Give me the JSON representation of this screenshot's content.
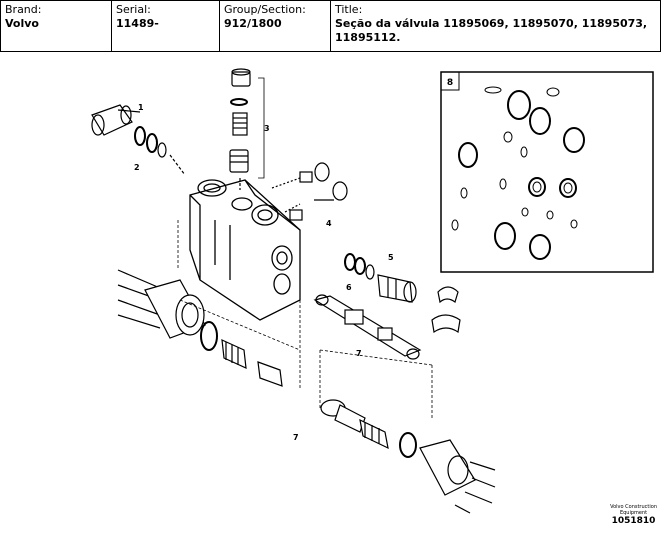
{
  "header": {
    "brand_label": "Brand:",
    "brand_value": "Volvo",
    "serial_label": "Serial:",
    "serial_value": "11489-",
    "group_label": "Group/Section:",
    "group_value": "912/1800",
    "title_label": "Title:",
    "title_value": "Seção da válvula 11895069, 11895070, 11895073, 11895112."
  },
  "callouts": {
    "c1": "1",
    "c2": "2",
    "c3": "3",
    "c4": "4",
    "c5": "5",
    "c6": "6",
    "c7a": "7",
    "c7b": "7",
    "c8": "8"
  },
  "footer": {
    "company_line1": "Volvo Construction",
    "company_line2": "Equipment",
    "figure_number": "1051810"
  }
}
